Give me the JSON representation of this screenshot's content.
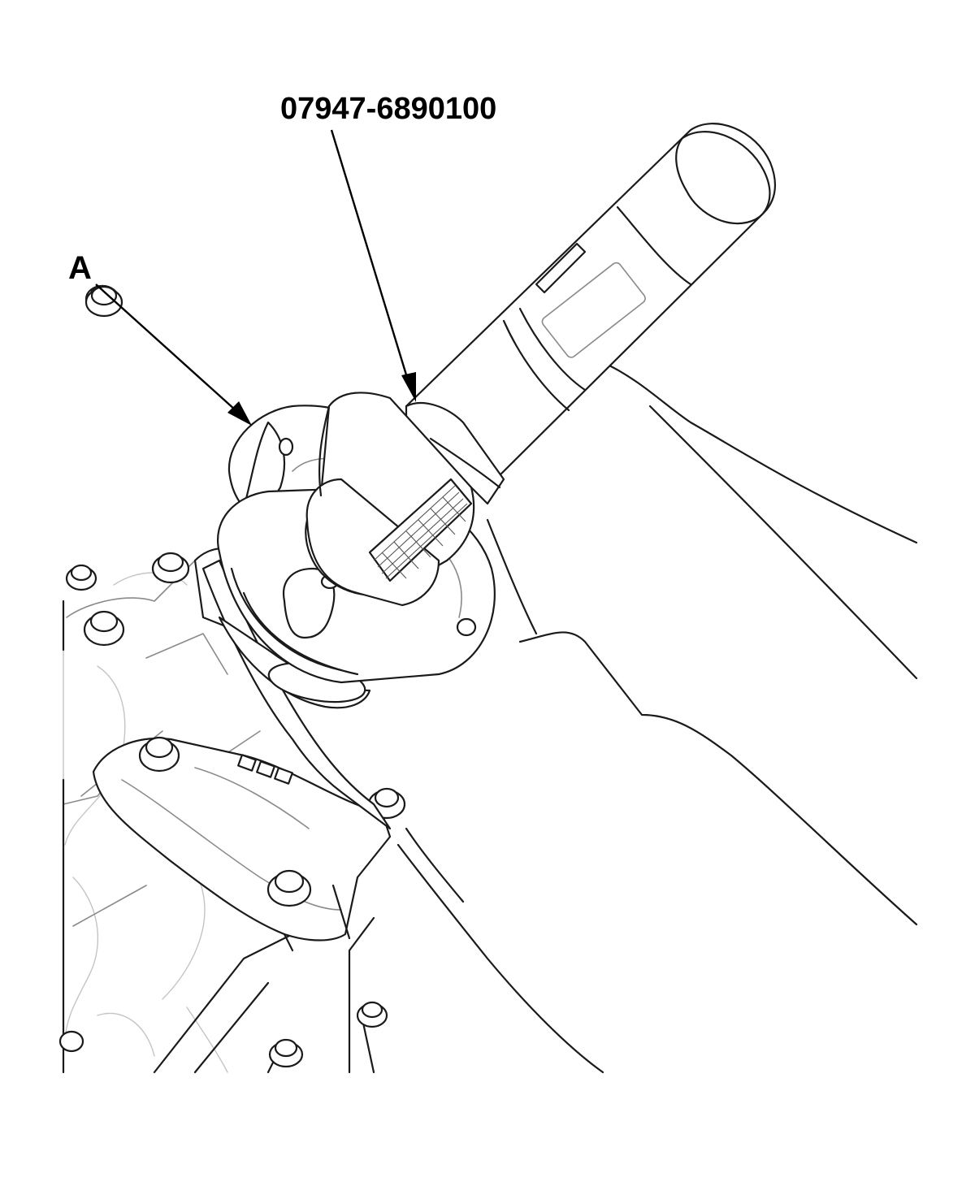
{
  "callouts": {
    "part_number": "07947-6890100",
    "a": "A"
  },
  "icons": {
    "figure": "driver-tool-installing-seal-illustration"
  },
  "colors": {
    "line": "#1a1a1a",
    "background": "#ffffff"
  }
}
